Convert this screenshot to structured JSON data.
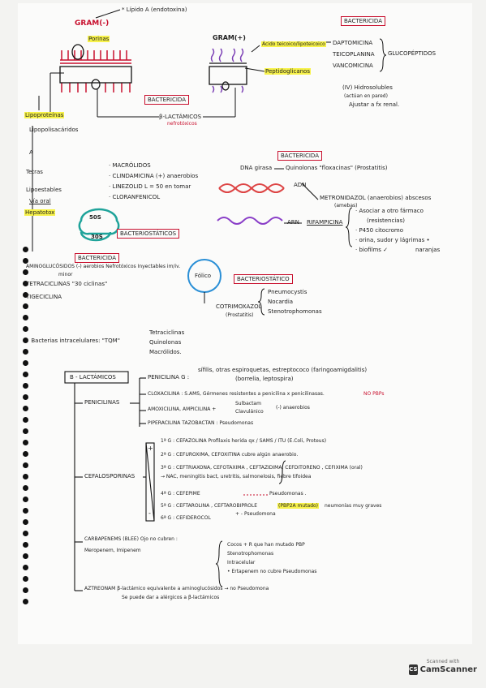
{
  "gram_neg": {
    "title": "GRAM(-)",
    "lipid_a": "* Lípido A (endotoxina)",
    "porinas": "Porinas"
  },
  "gram_pos": {
    "title": "GRAM(+)",
    "acido": "Ácido teicoico/lipoteicoico",
    "peptidoglicanos": "Peptidoglicanos"
  },
  "bactericida_top": {
    "label": "BACTERICIDA",
    "drugs": [
      "DAPTOMICINA",
      "TEICOPLANINA",
      "VANCOMICINA"
    ],
    "group": "GLUCOPÉPTIDOS",
    "hidro": "(IV) Hidrosolubles",
    "hidro_note": "(actúan en pared)",
    "ajustar": "Ajustar a fx renal."
  },
  "betalactam_top": {
    "label": "BACTERICIDA",
    "name": "β-LACTÁMICOS",
    "nefro": "nefrotóxicos"
  },
  "left_col": {
    "lipoproteinas": "Lipoproteínas",
    "lipopolisacaridos": "Lipopolisacáridos",
    "a": "A",
    "tetras": "Tetras",
    "lipo": "Lipoestables",
    "via_oral": "Vía oral",
    "hepato": "Hepatotox"
  },
  "drugs_50s": [
    "· MACRÓLIDOS",
    "· CLINDAMICINA (+) anaerobios",
    "· LINEZOLID  L = 50 en tomar",
    "· CLORANFENICOL"
  ],
  "ribosome": {
    "s50": "50S",
    "s30": "30S",
    "label": "BACTERIOSTÁTICOS"
  },
  "dna": {
    "label": "BACTERICIDA",
    "dna_girasa": "DNA girasa",
    "quinolonas": "Quinolonas \"floxacinas\" (Prostatitis)",
    "adn": "ADN",
    "metronidazol": "METRONIDAZOL (anaerobios) abscesos",
    "metro_note": "(amebas)"
  },
  "arn": {
    "label": "ARN",
    "drug": "RIFAMPICINA",
    "items": [
      "· Asociar a otro fármaco",
      "(resistencias)",
      "· P450 citocromo",
      "· orina, sudor y lágrimas •",
      "· biofilms ✓"
    ],
    "naranjas": "naranjas"
  },
  "amino": {
    "label": "BACTERICIDA",
    "line1": "AMINOGLUCÓSIDOS (-) aerobios  Nefrotóxicos  Inyectables im/iv.",
    "minor": "minor",
    "tetraciclinas": "TETRACICLINAS \"30 ciclinas\"",
    "tigeciclina": "TIGECICLINA"
  },
  "folico": {
    "label": "Fólico",
    "box": "BACTERIOSTÁTICO",
    "cotri": "COTRIMOXAZOL",
    "cotri_note": "(Prostatitis)",
    "items": [
      "Pneumocystis",
      "Nocardia",
      "Stenotrophomonas"
    ]
  },
  "intracel": {
    "text": "• Bacterias intracelulares: \"TQM\"",
    "items": [
      "Tetraciclinas",
      "Quinolonas",
      "Macrólidos."
    ]
  },
  "bl": {
    "title": "B - LACTÁMICOS",
    "penicilinas": "PENICILINAS",
    "peniG_label": "PENICILINA G :",
    "peniG_text": "sífilis, otras espiroquetas, estreptococo (faringoamigdalitis)",
    "peniG_text2": "(borrelia, leptospira)",
    "cloxa": "CLOXACILINA : S.AMS, Gérmenes resistentes a penicilina x penicilinasas.",
    "no_pbp": "NO PBPs",
    "amoxi": "AMOXICILINA, AMPICILINA +",
    "sulb": "Sulbactam",
    "clav": "Clavulánico",
    "anaer": "(-) anaerobios",
    "pipe": "PIPERACILINA TAZOBACTAN : Pseudomonas",
    "cefalos": "CEFALOSPORINAS",
    "plus": "+",
    "minus": "-",
    "g1": "1ª G : CEFAZOLINA  Profilaxis herida qx / SAMS / ITU (E.Coli, Proteus)",
    "g2": "2ª G : CEFUROXIMA, CEFOXITINA cubre algún anaerobio.",
    "g3": "3ª G : CEFTRIAXONA, CEFOTAXIMA , CEFTAZIDIMA, CEFDITORENO , CEFIXIMA (oral)",
    "g3b": "→ NAC, meningitis bact, uretritis, salmonelosis, fiebre tifoidea",
    "g4": "4ª G : CEFEPIME",
    "g4b": "Pseudomonas .",
    "g5": "5ª G : CEFTAROLINA , CEFTAROBIPROLE",
    "g5hl": "(PBP2A mutado)",
    "g5b": "neumonías muy graves",
    "g5c": "+ - Pseudomona",
    "g6": "6ª G : CEFIDEROCOL",
    "carba": "CARBAPENEMS (BLEE) Ojo no cubren :",
    "carba_drugs": "Meropenem, Imipenem",
    "carba_items": [
      "Cocos + R que han mutado PBP",
      "Stenotrophomonas",
      "Intracelular",
      "• Ertapenem no cubre Pseudomonas"
    ],
    "aztreonam": "AZTREONAM  β-lactámico equivalente a aminoglucósidos → no Pseudomona",
    "aztreonam2": "Se puede dar a alérgicos a β-lactámicos"
  },
  "scanner": {
    "scanned": "Scanned with",
    "name": "CamScanner",
    "mark": "CS"
  }
}
